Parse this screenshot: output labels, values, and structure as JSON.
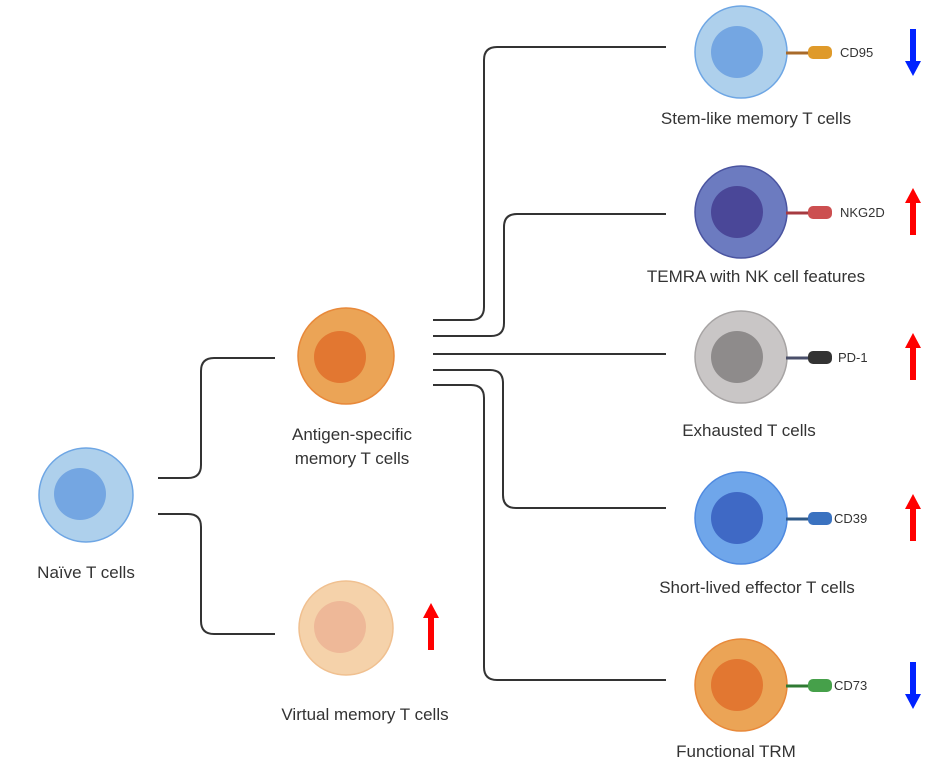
{
  "title": "T cell differentiation diagram",
  "cells": {
    "naive": {
      "label": "Naïve T cells",
      "fill": "#aed0ec",
      "stroke": "#6ea6e4",
      "nucleus": "#74a6e2"
    },
    "antigen_specific": {
      "label_line1": "Antigen-specific",
      "label_line2": "memory T cells",
      "fill": "#eba456",
      "stroke": "#e8893a",
      "nucleus": "#e27731"
    },
    "virtual": {
      "label": "Virtual memory T cells",
      "fill": "#f5d2aa",
      "stroke": "#f0c090",
      "nucleus": "#eeb898",
      "trend": "up"
    },
    "stem_like": {
      "label": "Stem-like memory T cells",
      "fill": "#aed0ec",
      "stroke": "#6ea6e4",
      "nucleus": "#74a6e2",
      "marker": "CD95",
      "marker_color": "#df9a2a",
      "stalk_color": "#a86a2a",
      "trend": "down"
    },
    "temra": {
      "label": "TEMRA with NK cell features",
      "fill": "#6c7bc0",
      "stroke": "#4a54a0",
      "nucleus": "#4a4798",
      "marker": "NKG2D",
      "marker_color": "#cc4f50",
      "stalk_color": "#a63a40",
      "trend": "up"
    },
    "exhausted": {
      "label": "Exhausted T cells",
      "fill": "#c9c6c6",
      "stroke": "#a7a4a4",
      "nucleus": "#8e8b8b",
      "marker": "PD-1",
      "marker_color": "#333333",
      "stalk_color": "#4a4f6a",
      "trend": "up"
    },
    "short_lived": {
      "label": "Short-lived effector T cells",
      "fill": "#6fa6ea",
      "stroke": "#4f8ae0",
      "nucleus": "#3f69c5",
      "marker": "CD39",
      "marker_color": "#3a72c0",
      "stalk_color": "#2f5a88",
      "trend": "up"
    },
    "functional_trm": {
      "label": "Functional TRM",
      "fill": "#eba456",
      "stroke": "#e8893a",
      "nucleus": "#e27731",
      "marker": "CD73",
      "marker_color": "#46a04a",
      "stalk_color": "#2f7a32",
      "trend": "down"
    }
  },
  "colors": {
    "connector": "#333333",
    "arrow_up": "#ff0000",
    "arrow_down": "#0022ff"
  }
}
